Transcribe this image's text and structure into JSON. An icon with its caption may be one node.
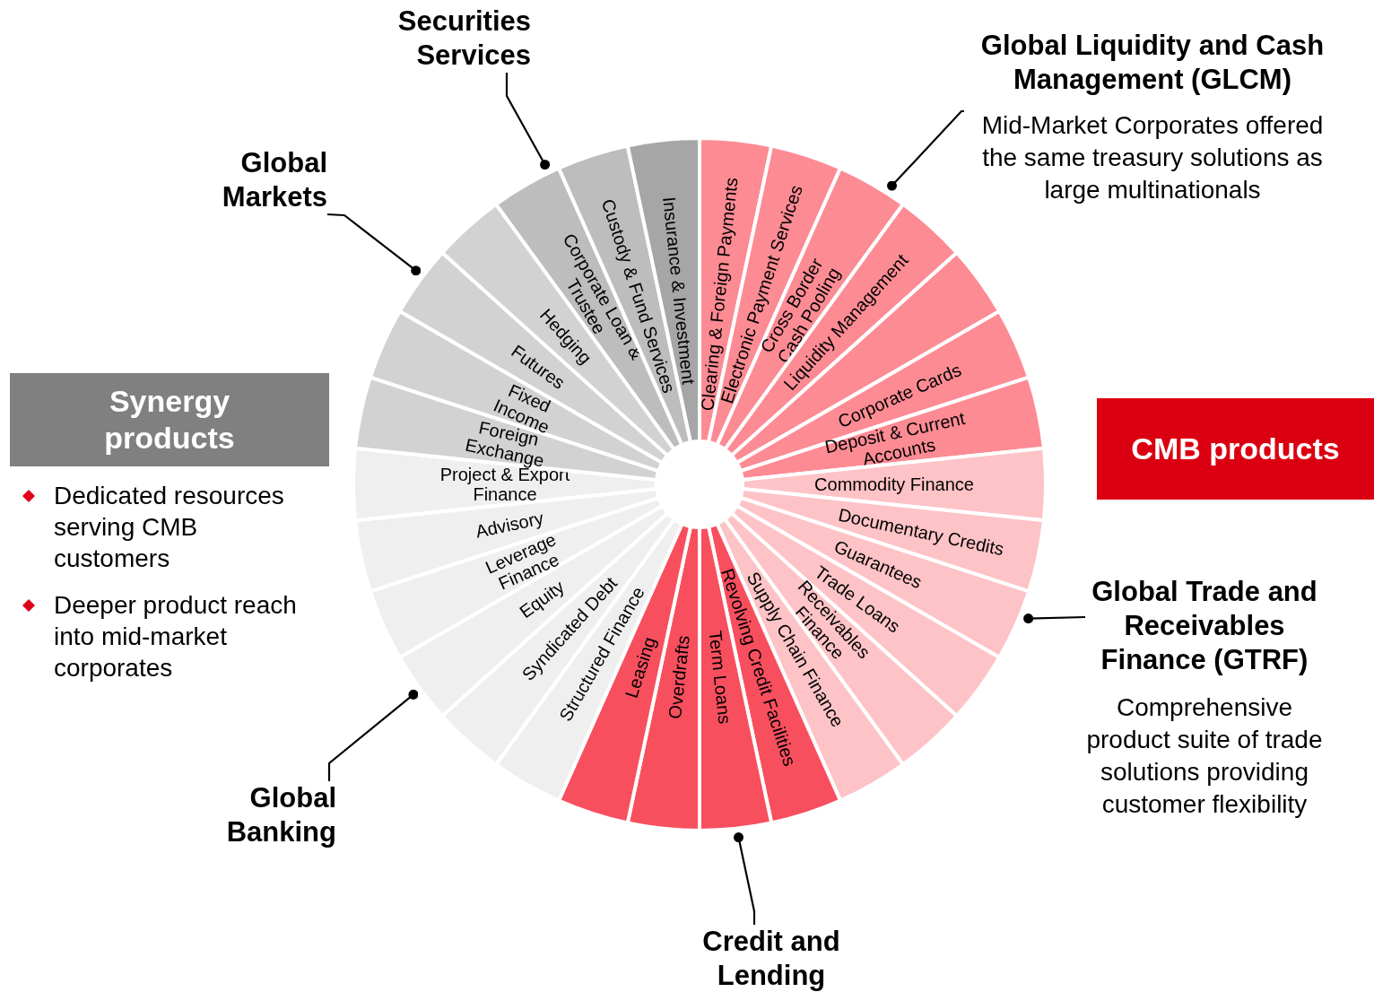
{
  "diagram": {
    "nodes": [
      {
        "text": [
          "Securities Services"
        ]
      },
      {
        "text": [
          "Global Liquidity and Cash Management (GLCM)",
          "Mid-Market Corporates offered the same treasury solutions as large multinationals"
        ]
      },
      {
        "text": [
          "Global Markets"
        ]
      },
      {
        "text": [
          "Synergy products"
        ]
      },
      {
        "text": [
          "CMB products"
        ]
      },
      {
        "text": [
          "Global Trade and Receivables Finance (GTRF)",
          "Comprehensive product suite of trade solutions providing customer flexibility"
        ]
      },
      {
        "text": [
          "Global Banking"
        ]
      },
      {
        "text": [
          "Credit and Lending"
        ]
      },
      {
        "text": [
          "Clearing & Foreign Payments"
        ]
      },
      {
        "text": [
          "Electronic Payment Services"
        ]
      },
      {
        "text": [
          "Cross Border Cash Pooling"
        ]
      },
      {
        "text": [
          "Liquidity Management"
        ]
      },
      {
        "text": [],
        "shape": "wedge"
      },
      {
        "text": [
          "Corporate Cards"
        ]
      },
      {
        "text": [
          "Deposit & Current Accounts"
        ]
      },
      {
        "text": [
          "Commodity Finance"
        ]
      },
      {
        "text": [
          "Documentary Credits"
        ]
      },
      {
        "text": [
          "Guarantees"
        ]
      },
      {
        "text": [
          "Trade Loans"
        ]
      },
      {
        "text": [
          "Receivables Finance"
        ]
      },
      {
        "text": [
          "Supply Chain Finance"
        ]
      },
      {
        "text": [
          "Revolving Credit Facilities"
        ]
      },
      {
        "text": [
          "Term Loans"
        ]
      },
      {
        "text": [
          "Overdrafts"
        ]
      },
      {
        "text": [
          "Leasing"
        ]
      },
      {
        "text": [
          "Structured Finance"
        ]
      },
      {
        "text": [
          "Syndicated Debt"
        ]
      },
      {
        "text": [
          "Equity"
        ]
      },
      {
        "text": [
          "Leverage Finance"
        ]
      },
      {
        "text": [
          "Advisory"
        ]
      },
      {
        "text": [
          "Project & Export Finance"
        ]
      },
      {
        "text": [
          "Foreign Exchange"
        ]
      },
      {
        "text": [
          "Fixed Income"
        ]
      },
      {
        "text": [
          "Futures"
        ]
      },
      {
        "text": [
          "Hedging"
        ]
      },
      {
        "text": [
          "Corporate Loan & Trustee"
        ]
      },
      {
        "text": [
          "Custody & Fund Services"
        ]
      },
      {
        "text": [
          "Insurance & Investment"
        ]
      }
    ],
    "edges": [
      {
        "from": 0,
        "to": 36,
        "arrow": "other"
      },
      {
        "from": 1,
        "to": 10,
        "arrow": "other"
      },
      {
        "from": 2,
        "to": 33,
        "arrow": "other"
      },
      {
        "from": 5,
        "to": 17,
        "arrow": "other"
      },
      {
        "from": 6,
        "to": 27,
        "arrow": "other"
      },
      {
        "from": 7,
        "to": 22,
        "arrow": "other"
      }
    ],
    "labels": [
      "Dedicated resources serving CMB customers",
      "Deeper product reach into mid-market corporates"
    ]
  }
}
